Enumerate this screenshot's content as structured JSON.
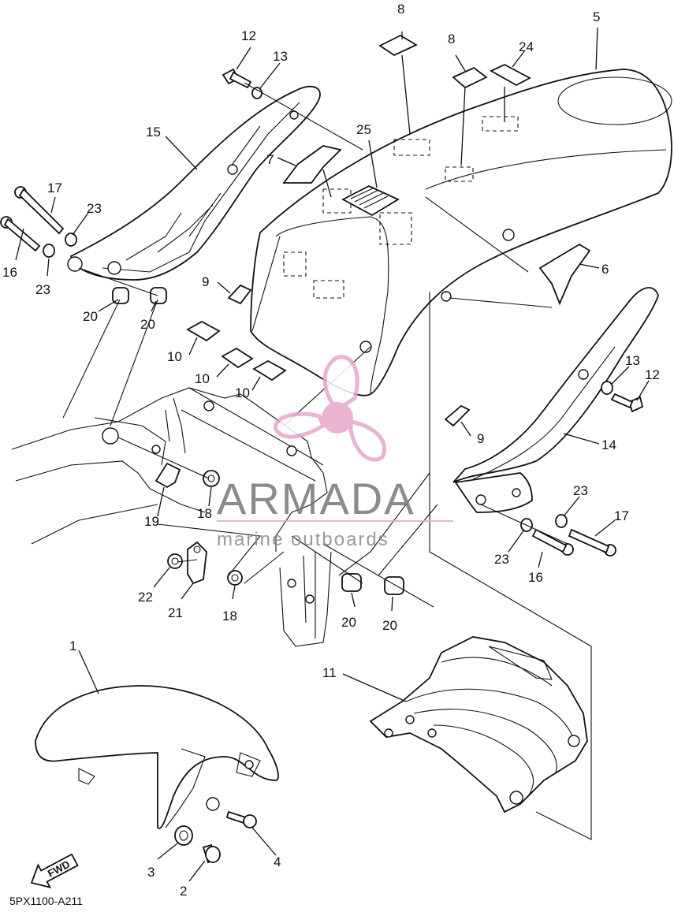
{
  "diagram_code": "5PX1100-A211",
  "direction_label": "FWD",
  "watermark": {
    "title": "ARMADA",
    "subtitle": "marine outboards",
    "logo_color": "#e7a6c9"
  },
  "callouts": {
    "c1": "1",
    "c2": "2",
    "c3": "3",
    "c4": "4",
    "c5": "5",
    "c6": "6",
    "c7": "7",
    "c8a": "8",
    "c8b": "8",
    "c9a": "9",
    "c9b": "9",
    "c10a": "10",
    "c10b": "10",
    "c10c": "10",
    "c11": "11",
    "c12a": "12",
    "c12b": "12",
    "c13a": "13",
    "c13b": "13",
    "c14": "14",
    "c15": "15",
    "c16a": "16",
    "c16b": "16",
    "c17a": "17",
    "c17b": "17",
    "c18a": "18",
    "c18b": "18",
    "c19": "19",
    "c20a": "20",
    "c20b": "20",
    "c20c": "20",
    "c20d": "20",
    "c21": "21",
    "c22": "22",
    "c23a": "23",
    "c23b": "23",
    "c23c": "23",
    "c23d": "23",
    "c24": "24",
    "c25": "25"
  }
}
